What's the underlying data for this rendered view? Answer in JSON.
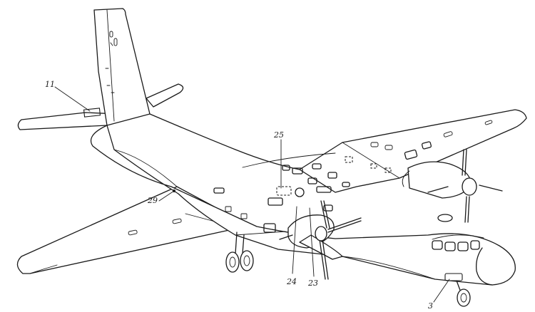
{
  "callouts": [
    {
      "id": "c11",
      "label": "11"
    },
    {
      "id": "c25",
      "label": "25"
    },
    {
      "id": "c29",
      "label": "29"
    },
    {
      "id": "c24",
      "label": "24"
    },
    {
      "id": "c23",
      "label": "23"
    },
    {
      "id": "c3",
      "label": "3"
    }
  ]
}
